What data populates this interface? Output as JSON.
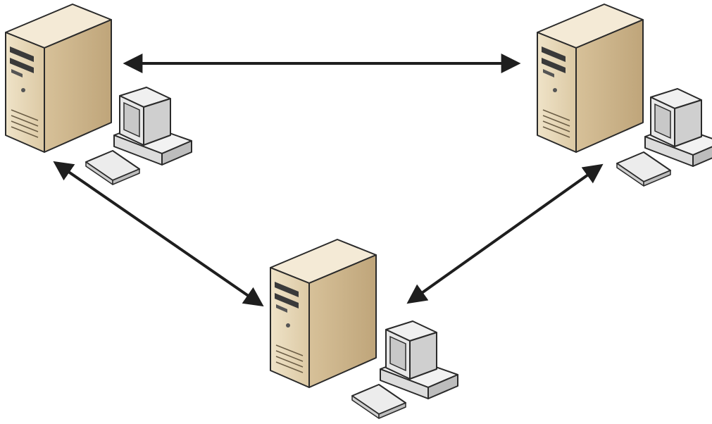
{
  "diagram": {
    "kind": "peer-to-peer network",
    "nodes": [
      {
        "id": "node-left",
        "icons": [
          "server-tower-icon",
          "desktop-computer-icon"
        ]
      },
      {
        "id": "node-right",
        "icons": [
          "server-tower-icon",
          "desktop-computer-icon"
        ]
      },
      {
        "id": "node-bottom",
        "icons": [
          "server-tower-icon",
          "desktop-computer-icon"
        ]
      }
    ],
    "links": [
      {
        "from": "node-left",
        "to": "node-right",
        "direction": "bidirectional"
      },
      {
        "from": "node-left",
        "to": "node-bottom",
        "direction": "bidirectional"
      },
      {
        "from": "node-right",
        "to": "node-bottom",
        "direction": "bidirectional"
      }
    ],
    "colors": {
      "background": "#ffffff",
      "server_front": "#eadcc0",
      "server_side": "#cdb58e",
      "server_top": "#f4ead6",
      "monitor_body": "#e3e3e3",
      "screen_frame": "#c8c8c8",
      "outline": "#2a2a2a",
      "arrow": "#1e1e1e"
    }
  }
}
